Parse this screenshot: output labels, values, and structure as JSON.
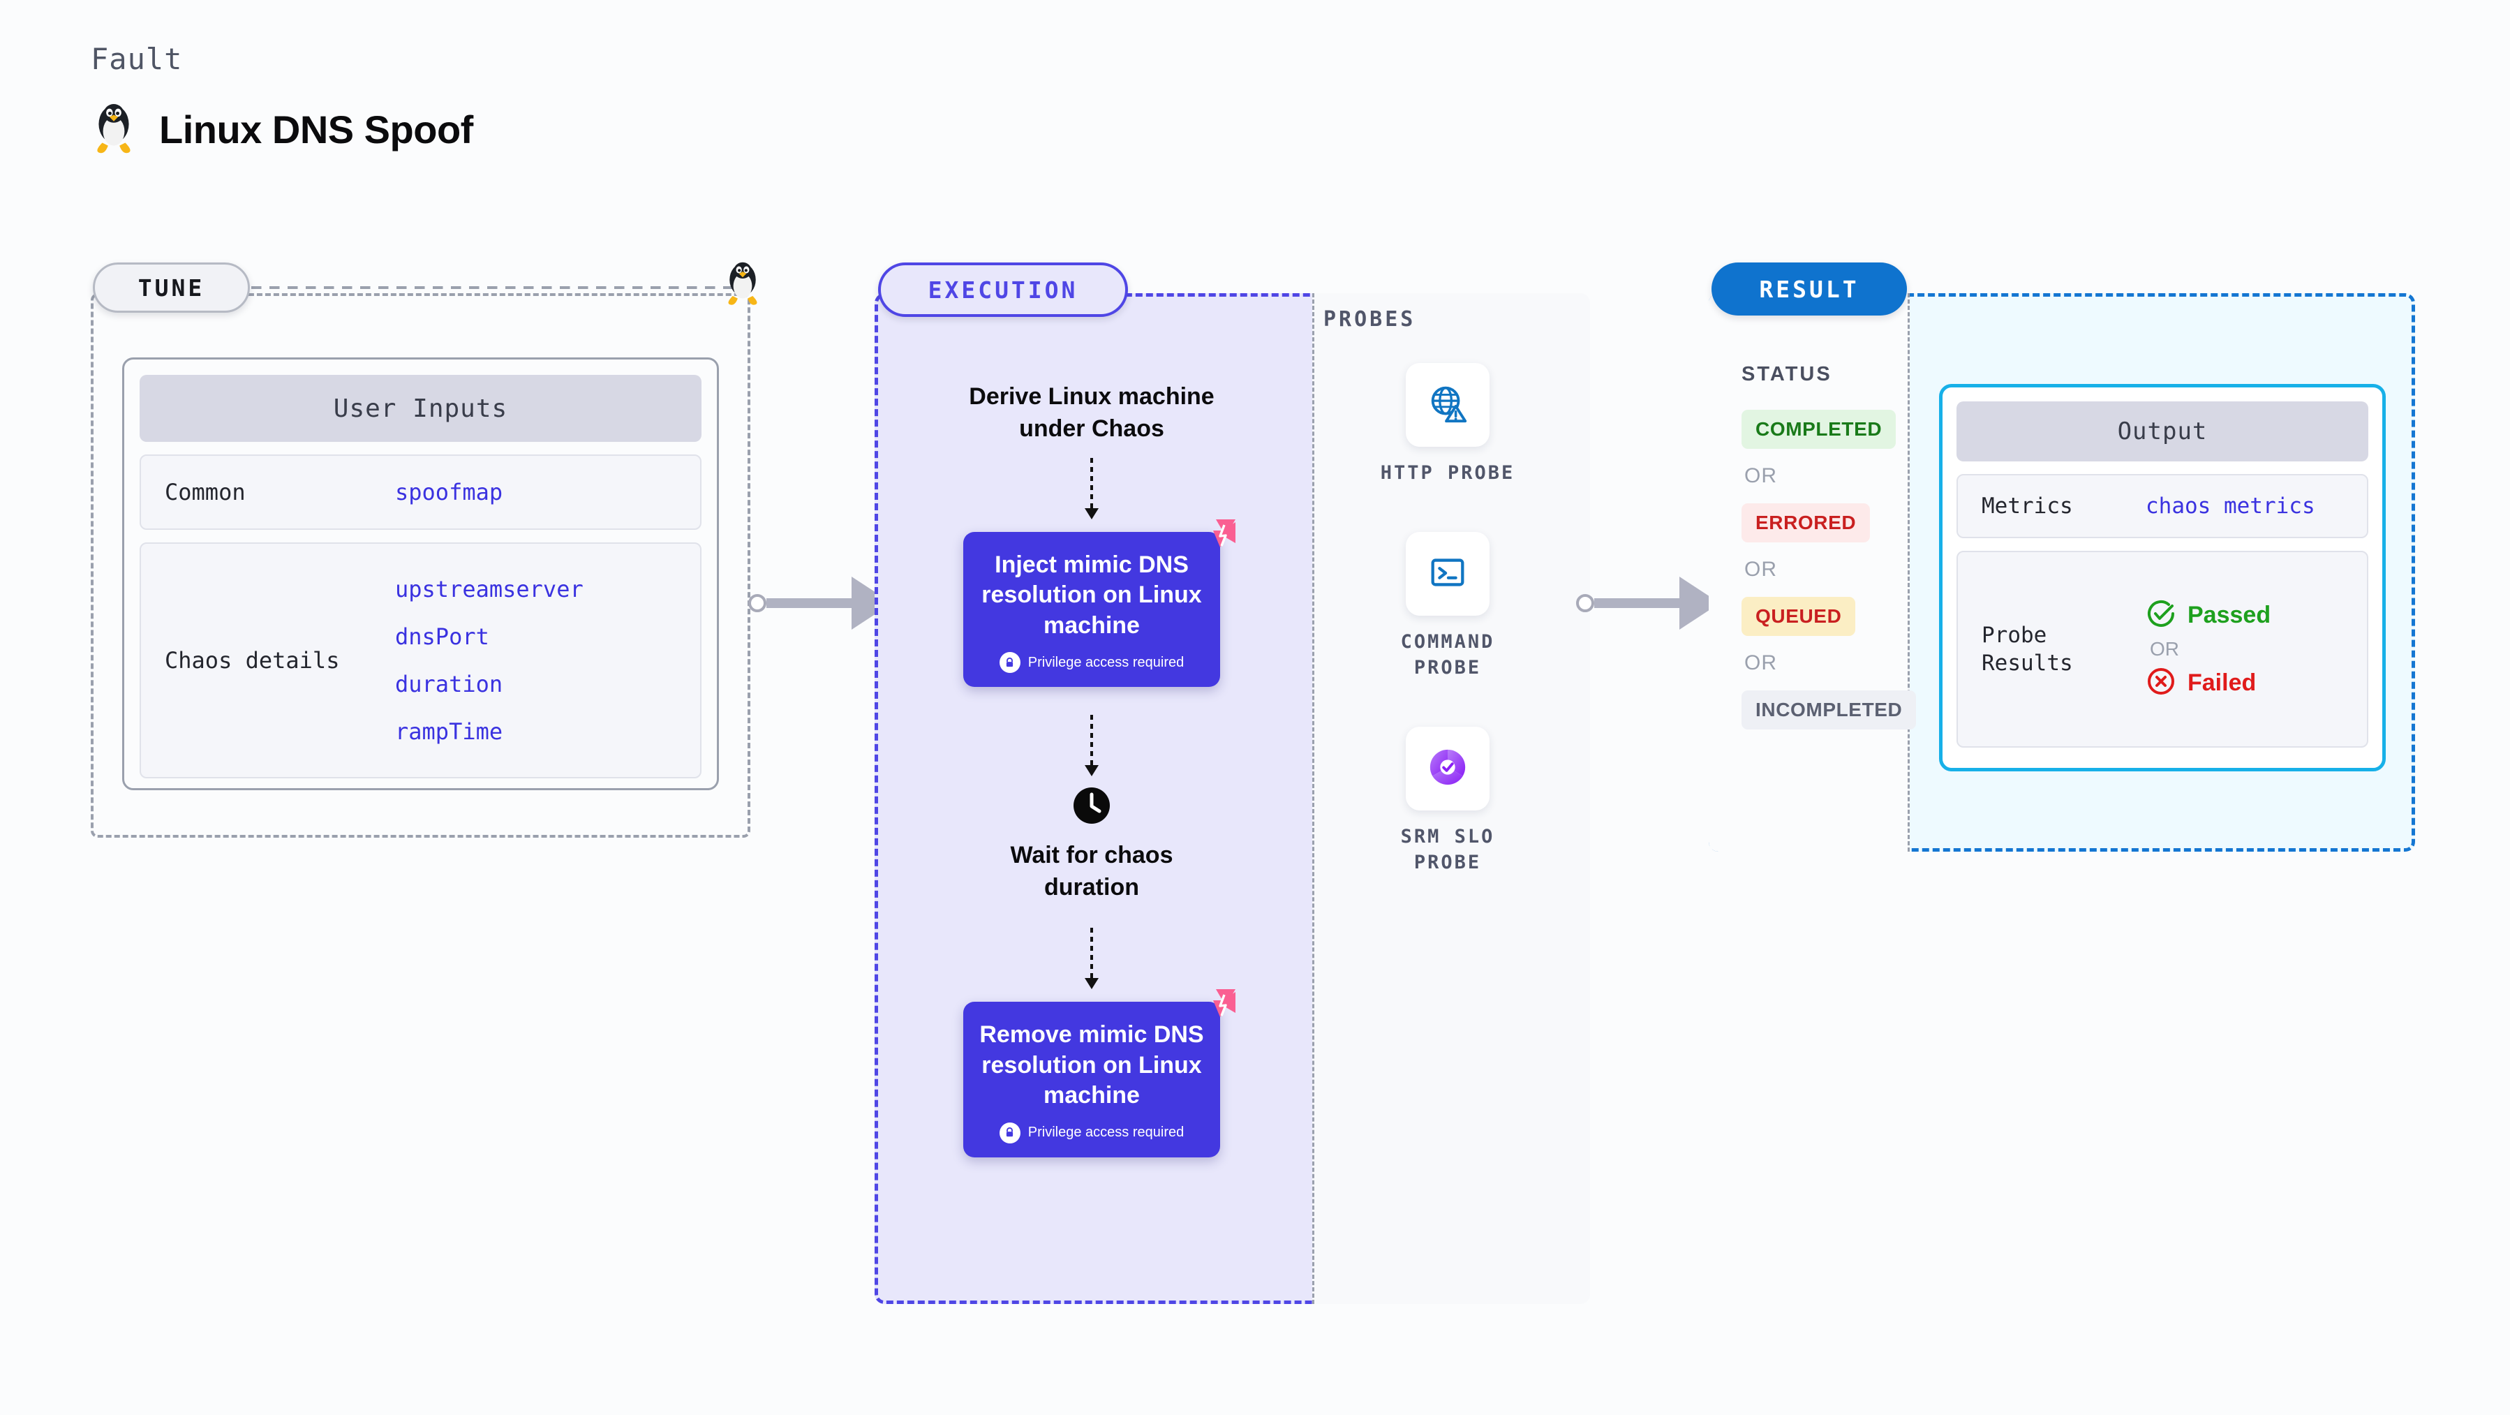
{
  "header": {
    "kicker": "Fault",
    "title": "Linux DNS Spoof",
    "icon": "linux-tux-icon"
  },
  "tune": {
    "badge": "TUNE",
    "card_title": "User Inputs",
    "rows": [
      {
        "key": "Common",
        "values": [
          "spoofmap"
        ]
      },
      {
        "key": "Chaos details",
        "values": [
          "upstreamserver",
          "dnsPort",
          "duration",
          "rampTime"
        ]
      }
    ]
  },
  "execution": {
    "badge": "EXECUTION",
    "start_label": "Derive Linux machine under Chaos",
    "nodes": [
      {
        "title": "Inject mimic DNS resolution on Linux machine",
        "sub": "Privilege access required",
        "icon": "lock-icon",
        "corner_icon": "litmus-chaos-icon"
      },
      {
        "title": "Remove mimic DNS resolution on Linux machine",
        "sub": "Privilege access required",
        "icon": "lock-icon",
        "corner_icon": "litmus-chaos-icon"
      }
    ],
    "wait": {
      "icon": "clock-icon",
      "label": "Wait for chaos duration"
    }
  },
  "probes": {
    "title": "PROBES",
    "items": [
      {
        "label": "HTTP PROBE",
        "icon": "globe-warning-icon",
        "color": "#1075c2"
      },
      {
        "label": "COMMAND\nPROBE",
        "icon": "terminal-icon",
        "color": "#1075c2"
      },
      {
        "label": "SRM SLO\nPROBE",
        "icon": "slo-donut-check-icon",
        "color": "#9b4dfa"
      }
    ]
  },
  "result": {
    "badge": "RESULT",
    "status_heading": "STATUS",
    "or_label": "OR",
    "statuses": [
      {
        "label": "COMPLETED",
        "bg": "#e2f5e2",
        "fg": "#197a19"
      },
      {
        "label": "ERRORED",
        "bg": "#fdeaea",
        "fg": "#c92020"
      },
      {
        "label": "QUEUED",
        "bg": "#fbeec4",
        "fg": "#c92020"
      },
      {
        "label": "INCOMPLETED",
        "bg": "#eef0f5",
        "fg": "#5b6071"
      }
    ],
    "output": {
      "title": "Output",
      "metrics_key": "Metrics",
      "metrics_value": "chaos metrics",
      "probe_key": "Probe Results",
      "passed": "Passed",
      "failed": "Failed",
      "or_label": "OR",
      "passed_color": "#1ea01e",
      "failed_color": "#e01b1b"
    }
  }
}
